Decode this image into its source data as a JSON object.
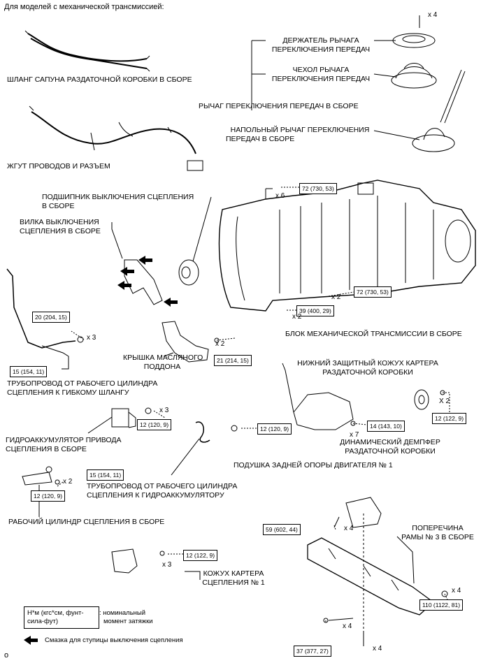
{
  "heading": "Для моделей с механической трансмиссией:",
  "labels": {
    "breather_hose": "ШЛАНГ САПУНА РАЗДАТОЧНОЙ КОРОБКИ В СБОРЕ",
    "wire_harness": "ЖГУТ ПРОВОДОВ И РАЗЪЕМ",
    "retainer_1": "ДЕРЖАТЕЛЬ РЫЧАГА",
    "retainer_2": "ПЕРЕКЛЮЧЕНИЯ ПЕРЕДАЧ",
    "boot_1": "ЧЕХОЛ РЫЧАГА",
    "boot_2": "ПЕРЕКЛЮЧЕНИЯ ПЕРЕДАЧ",
    "shift_lever": "РЫЧАГ ПЕРЕКЛЮЧЕНИЯ ПЕРЕДАЧ В СБОРЕ",
    "floor_lever_1": "НАПОЛЬНЫЙ РЫЧАГ ПЕРЕКЛЮЧЕНИЯ",
    "floor_lever_2": "ПЕРЕДАЧ В СБОРЕ",
    "release_bearing_1": "ПОДШИПНИК ВЫКЛЮЧЕНИЯ СЦЕПЛЕНИЯ",
    "release_bearing_2": "В СБОРЕ",
    "release_fork_1": "ВИЛКА ВЫКЛЮЧЕНИЯ",
    "release_fork_2": "СЦЕПЛЕНИЯ В СБОРЕ",
    "oil_pan_cover_1": "КРЫШКА МАСЛЯНОГО",
    "oil_pan_cover_2": "ПОДДОНА",
    "tube_flex_1": "ТРУБОПРОВОД ОТ РАБОЧЕГО ЦИЛИНДРА",
    "tube_flex_2": "СЦЕПЛЕНИЯ К ГИБКОМУ ШЛАНГУ",
    "trans_assy": "БЛОК МЕХАНИЧЕСКОЙ ТРАНСМИССИИ В СБОРЕ",
    "lower_guard_1": "НИЖНИЙ ЗАЩИТНЫЙ КОЖУХ КАРТЕРА",
    "lower_guard_2": "РАЗДАТОЧНОЙ КОРОБКИ",
    "accumulator_1": "ГИДРОАККУМУЛЯТОР ПРИВОДА",
    "accumulator_2": "СЦЕПЛЕНИЯ В СБОРЕ",
    "damper_1": "ДИНАМИЧЕСКИЙ ДЕМПФЕР",
    "damper_2": "РАЗДАТОЧНОЙ КОРОБКИ",
    "rear_mount": "ПОДУШКА ЗАДНЕЙ ОПОРЫ ДВИГАТЕЛЯ № 1",
    "tube_acc_1": "ТРУБОПРОВОД ОТ РАБОЧЕГО ЦИЛИНДРА",
    "tube_acc_2": "СЦЕПЛЕНИЯ К ГИДРОАККУМУЛЯТОРУ",
    "release_cyl": "РАБОЧИЙ ЦИЛИНДР СЦЕПЛЕНИЯ В СБОРЕ",
    "crossmember_1": "ПОПЕРЕЧИНА",
    "crossmember_2": "РАМЫ № 3 В СБОРЕ",
    "housing_cover_1": "КОЖУХ КАРТЕРА",
    "housing_cover_2": "СЦЕПЛЕНИЯ № 1"
  },
  "torques": {
    "t72a": "72 (730, 53)",
    "t72b": "72 (730, 53)",
    "t39": "39 (400, 29)",
    "t20": "20 (204, 15)",
    "t15a": "15 (154, 11)",
    "t21": "21 (214, 15)",
    "t12a": "12 (120, 9)",
    "t12b": "12 (120, 9)",
    "t14": "14 (143, 10)",
    "t12c": "12 (122, 9)",
    "t15b": "15 (154, 11)",
    "t12d": "12 (120, 9)",
    "t59": "59 (602, 44)",
    "t12e": "12 (122, 9)",
    "t110": "110 (1122, 81)",
    "t37": "37 (377, 27)"
  },
  "quantities": {
    "q_retainer": "x 4",
    "q_72a": "x 6",
    "q_72b": "x 2",
    "q_39": "x 2",
    "q_20": "x 3",
    "q_21": "x 2",
    "q_acc": "x 3",
    "q_14": "x 7",
    "q_damper": "X 2",
    "q_cyl": "x 2",
    "q_59": "x 4",
    "q_cover": "x 3",
    "q_110": "x 4",
    "q_bolt": "x 4",
    "q_37": "x 4"
  },
  "legend": {
    "torque_box_1": "Н*м (кгс*см, фунт-",
    "torque_box_2": "сила-фут)",
    "torque_desc_1": ": номинальный",
    "torque_desc_2": "момент затяжки",
    "grease_note": "Смазка для ступицы выключения сцепления"
  },
  "corner_mark": "o"
}
